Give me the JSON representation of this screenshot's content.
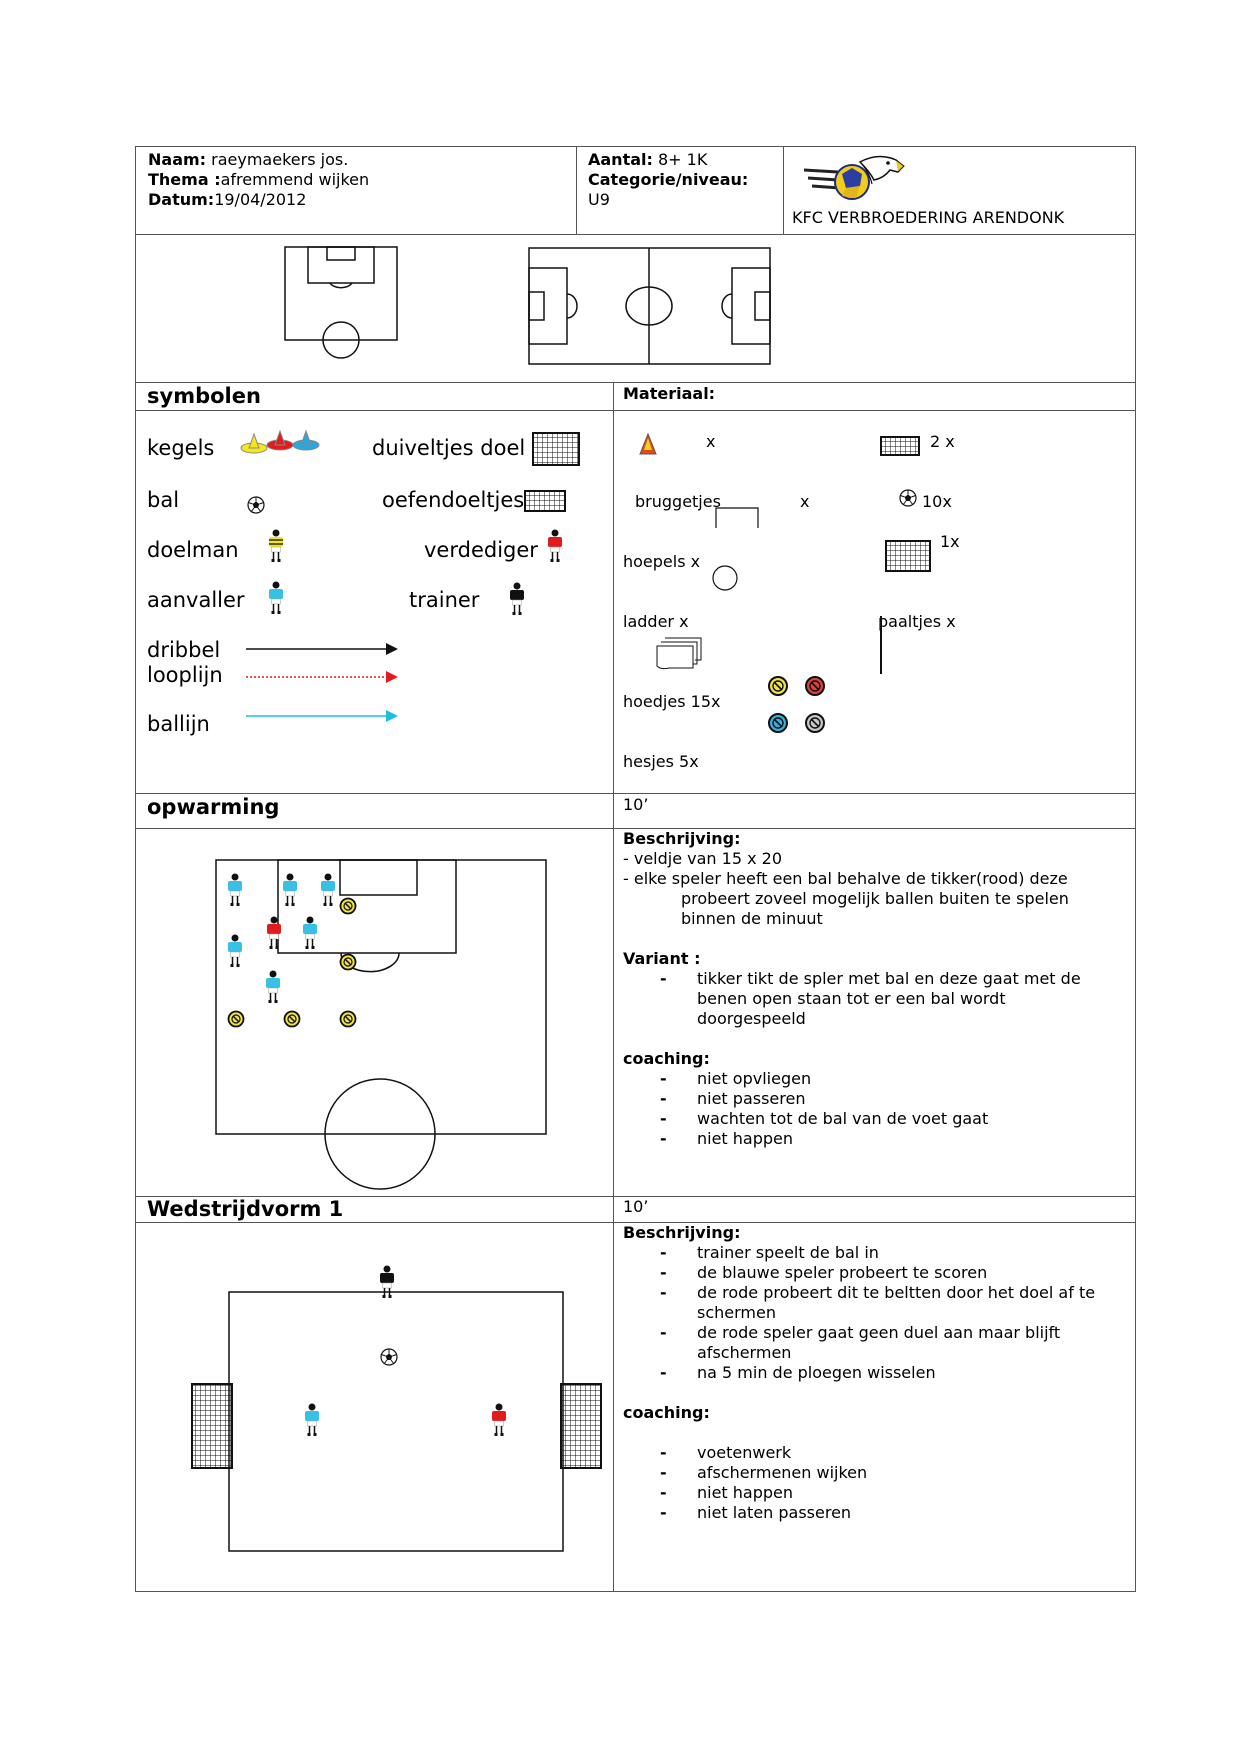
{
  "header": {
    "naam_label": "Naam:",
    "naam_value": " raeymaekers jos.",
    "thema_label": "Thema :",
    "thema_value": "afremmend wijken",
    "datum_label": "Datum:",
    "datum_value": "19/04/2012",
    "aantal_label": "Aantal:",
    "aantal_value": " 8+ 1K",
    "categorie_label": "Categorie/niveau:",
    "categorie_value": "U9",
    "club_name": "KFC VERBROEDERING ARENDONK"
  },
  "symbolen": {
    "title": "symbolen",
    "kegels": "kegels",
    "duiveltjes_doel": "duiveltjes doel",
    "bal": "bal",
    "oefendoeltjes": "oefendoeltjes",
    "doelman": "doelman",
    "verdediger": "verdediger",
    "aanvaller": "aanvaller",
    "trainer": "trainer",
    "dribbel": "dribbel",
    "looplijn": "looplijn",
    "ballijn": "ballijn"
  },
  "materiaal": {
    "title": "Materiaal:",
    "cone_count": "x",
    "goal_count": "2 x",
    "bruggetjes": "bruggetjes",
    "bruggetjes_count": "x",
    "ball_count": "10x",
    "bigoal_count": "1x",
    "hoepels": "hoepels  x",
    "ladder": "ladder  x",
    "paaltjes": "paaltjes  x",
    "hoedjes": "hoedjes  15x",
    "hesjes": "hesjes 5x"
  },
  "opwarming": {
    "title": "opwarming",
    "time": "10’",
    "beschrijving_label": "Beschrijving:",
    "beschrijving_lines": [
      "- veldje van 15 x 20",
      "- elke speler heeft een bal behalve de tikker(rood) deze",
      "probeert zoveel mogelijk ballen buiten te spelen",
      "binnen de minuut"
    ],
    "variant_label": "Variant :",
    "variant_lines": [
      "tikker tikt de spler met bal en deze gaat met de",
      "benen open staan tot er een bal wordt",
      "doorgespeeld"
    ],
    "coaching_label": "coaching:",
    "coaching_items": [
      "niet opvliegen",
      "niet passeren",
      "wachten tot de bal van de voet gaat",
      "niet happen"
    ]
  },
  "wedstrijdvorm": {
    "title": "Wedstrijdvorm 1",
    "time": "10’",
    "beschrijving_label": "Beschrijving:",
    "beschrijving_lines": [
      "trainer speelt de bal in",
      "de blauwe speler probeert te scoren",
      "de rode probeert dit te beltten door het doel af te",
      "schermen",
      "de rode speler gaat geen duel aan maar blijft",
      "afschermen",
      "na 5 min de ploegen wisselen"
    ],
    "coaching_label": "coaching:",
    "coaching_items": [
      "voetenwerk",
      "afschermenen wijken",
      "niet happen",
      "niet laten passeren"
    ]
  },
  "colors": {
    "attacker": "#37c1e6",
    "defender": "#e21c1c",
    "trainer": "#111111",
    "keeper_yellow": "#f4e61c",
    "cone_red": "#e21c1c",
    "cone_blue": "#2aa8de",
    "looplijn": "#e21c1c",
    "ballijn": "#1ebde8",
    "logo_eagle": "#e9c21b"
  }
}
